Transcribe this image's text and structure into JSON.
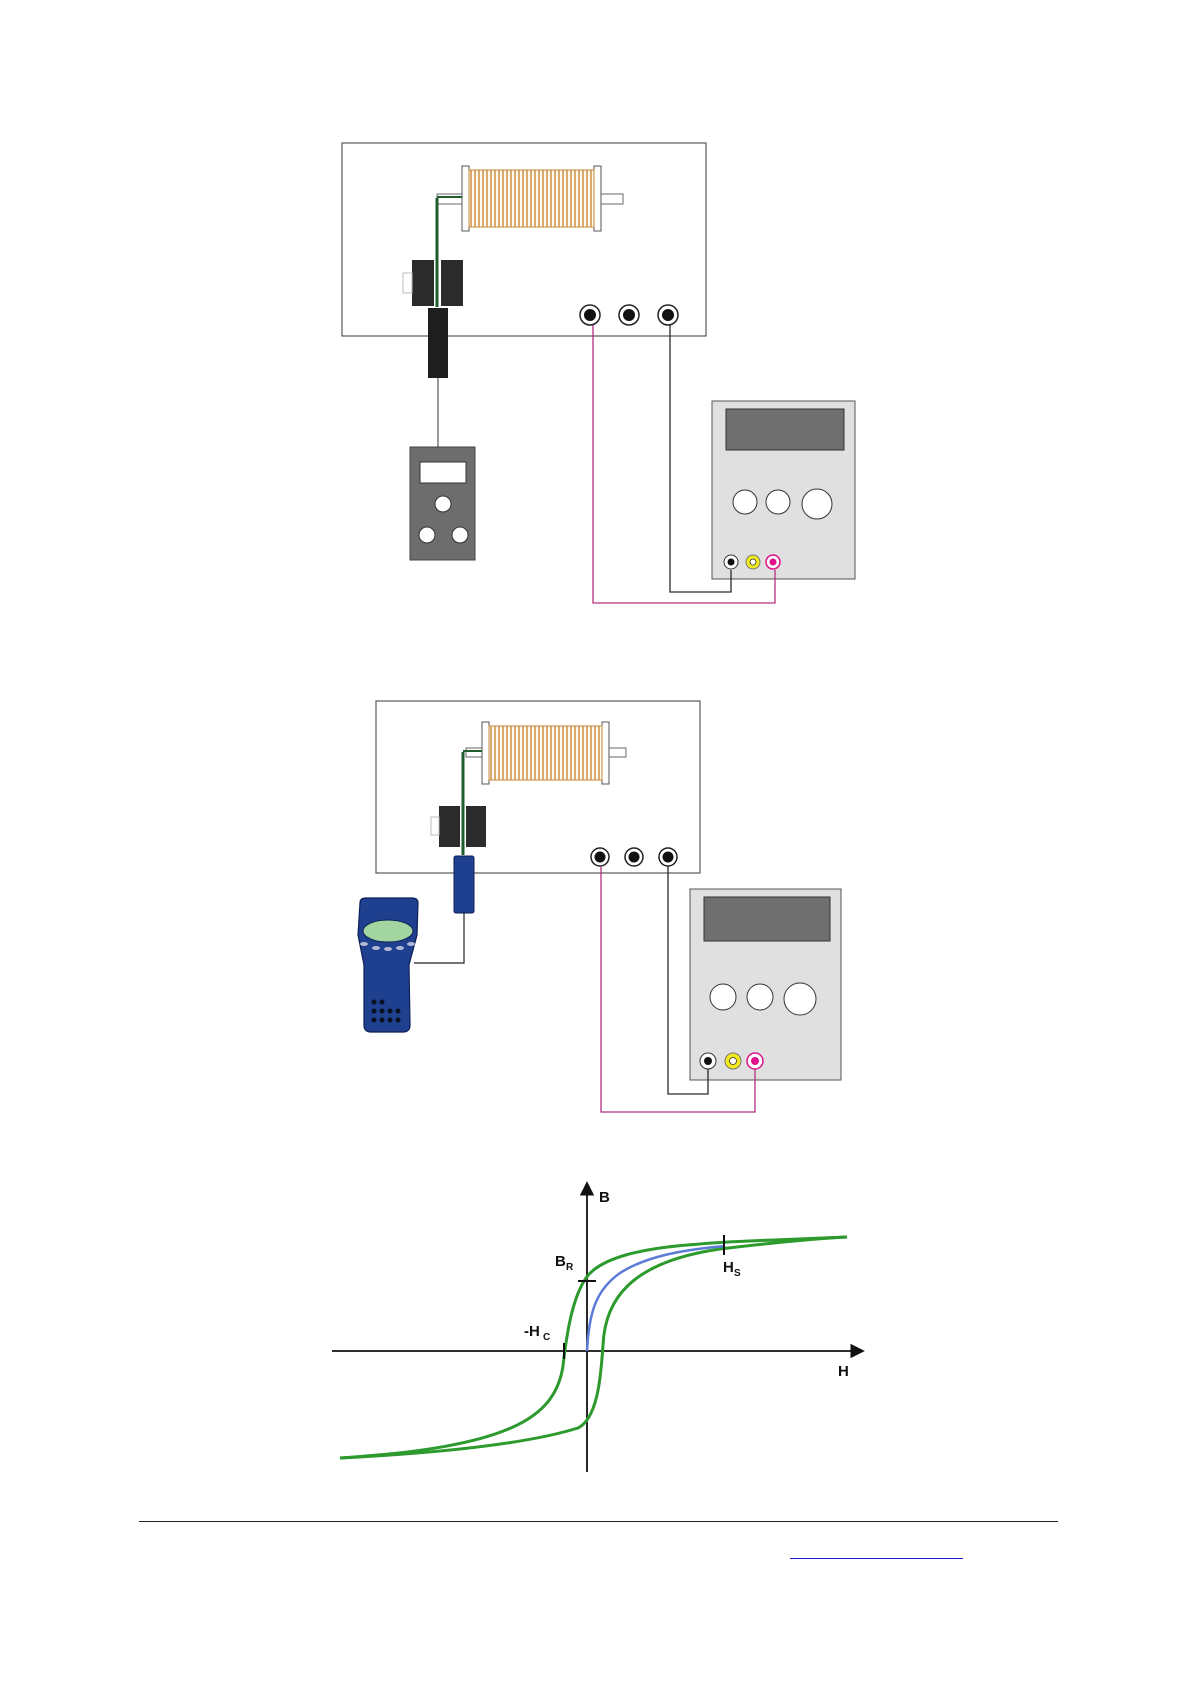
{
  "colors": {
    "bench_stroke": "#5a5a5a",
    "coil": "#c98a3a",
    "magnet": "#2b2b2b",
    "probe_green": "#1f5e2c",
    "wire_red": "#b0337e",
    "wire_black": "#2a2a2a",
    "supply_body": "#e0e0e0",
    "supply_display": "#6f6f6f",
    "meter_body": "#6d6d6d",
    "datalogger_blue": "#1f3f8f",
    "datalogger_screen": "#a2d5a0",
    "terminal_yellow": "#f2ea1a",
    "terminal_magenta": "#e0118a",
    "curve_green": "#2c9a2c",
    "curve_blue": "#5b7bd6",
    "link_underline": "#1a1ad6"
  },
  "diagram1": {
    "meter_type": "teslameter"
  },
  "diagram2": {
    "meter_type": "datalogger"
  },
  "hysteresis": {
    "labels": {
      "y_axis": "B",
      "x_axis": "H",
      "remanence": "B",
      "remanence_sub": "R",
      "coercivity": "-H",
      "coercivity_sub": "C",
      "saturation": "H",
      "saturation_sub": "S"
    }
  }
}
